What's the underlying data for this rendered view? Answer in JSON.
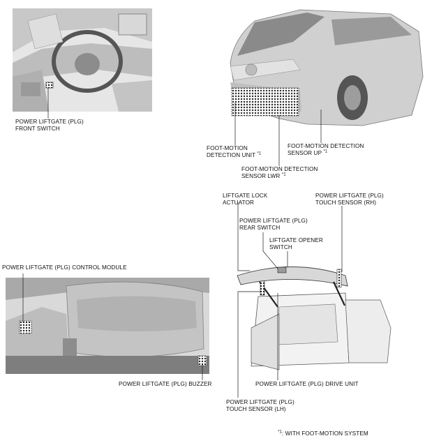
{
  "labels": {
    "front_switch": {
      "line1": "POWER LIFTGATE (PLG)",
      "line2": "FRONT SWITCH"
    },
    "foot_unit": {
      "line1": "FOOT-MOTION",
      "line2": "DETECTION UNIT",
      "mark": "*1"
    },
    "sensor_up": {
      "line1": "FOOT-MOTION DETECTION",
      "line2": "SENSOR UP",
      "mark": "*1"
    },
    "sensor_lwr": {
      "line1": "FOOT-MOTION DETECTION",
      "line2": "SENSOR LWR",
      "mark": "*1"
    },
    "lock_actuator": {
      "line1": "LIFTGATE LOCK",
      "line2": "ACTUATOR"
    },
    "touch_rh": {
      "line1": "POWER LIFTGATE (PLG)",
      "line2": "TOUCH SENSOR (RH)"
    },
    "rear_switch": {
      "line1": "POWER LIFTGATE (PLG)",
      "line2": "REAR SWITCH"
    },
    "opener_switch": {
      "line1": "LIFTGATE OPENER",
      "line2": "SWITCH"
    },
    "control_module": {
      "line1": "POWER LIFTGATE (PLG) CONTROL MODULE"
    },
    "buzzer": {
      "line1": "POWER LIFTGATE (PLG) BUZZER"
    },
    "drive_unit": {
      "line1": "POWER LIFTGATE (PLG) DRIVE UNIT"
    },
    "touch_lh": {
      "line1": "POWER LIFTGATE (PLG)",
      "line2": "TOUCH SENSOR (LH)"
    }
  },
  "footnote": {
    "mark": "*1",
    "text": ": WITH FOOT-MOTION SYSTEM"
  },
  "colors": {
    "line": "#1a1a1a",
    "body": "#cfcfcf",
    "shade": "#9a9a9a",
    "dark": "#5a5a5a"
  }
}
